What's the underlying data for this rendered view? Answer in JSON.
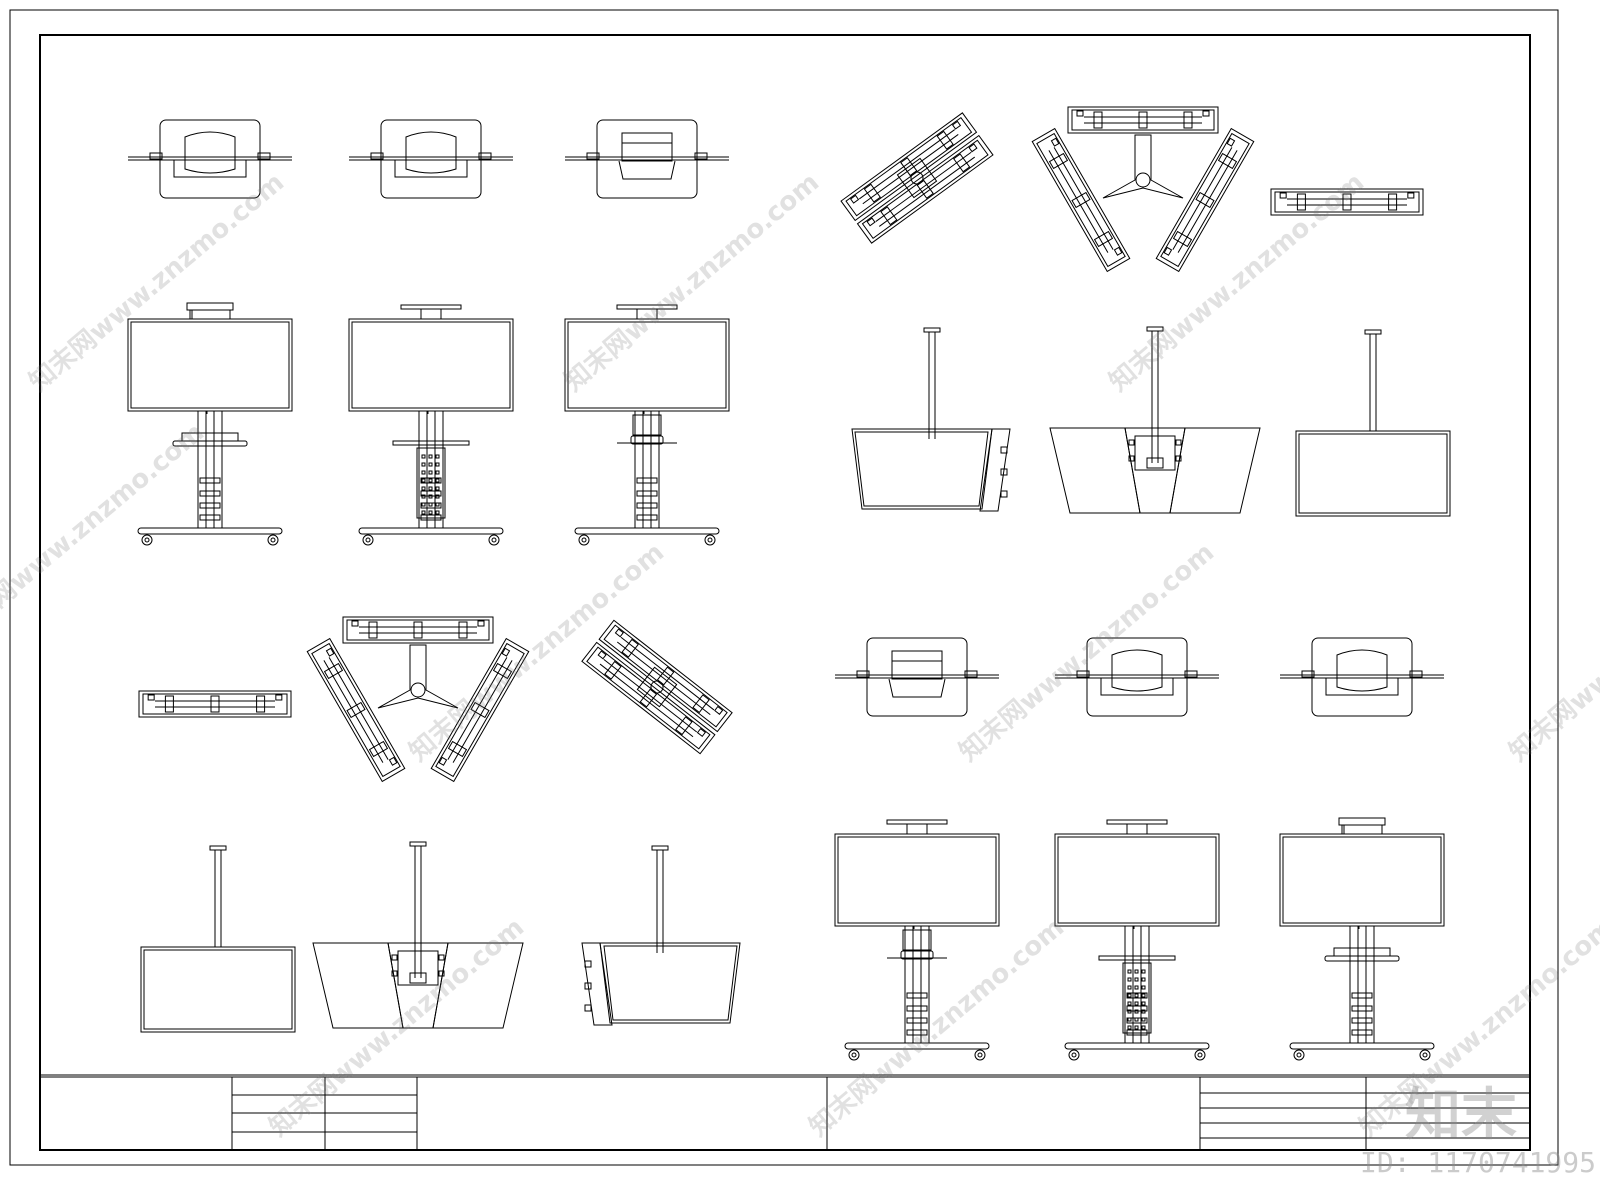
{
  "drawing": {
    "title": "",
    "stroke_color": "#000000",
    "background": "#ffffff",
    "content": "CAD sheet of TV floor-stand and ceiling-mount elevations, top views and plan views"
  },
  "watermark": {
    "site": "知末网www.znzmo.com",
    "brand": "知末",
    "id_text": "ID: 1170741995"
  }
}
